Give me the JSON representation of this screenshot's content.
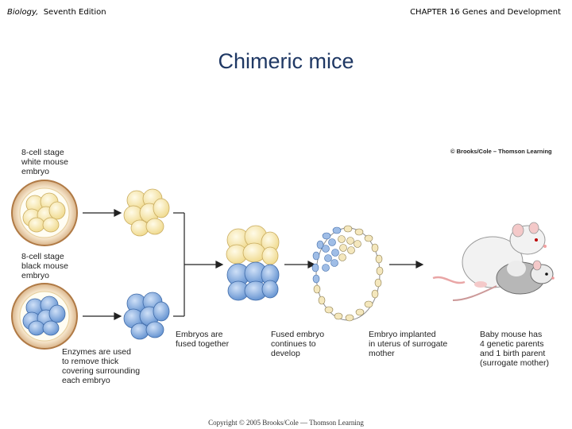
{
  "header": {
    "book_title": "Biology,",
    "edition": "Seventh Edition",
    "chapter": "CHAPTER 16 Genes and Development"
  },
  "title": "Chimeric mice",
  "credit": "© Brooks/Cole – Thomson Learning",
  "labels": {
    "white_embryo": [
      "8-cell stage",
      "white mouse",
      "embryo"
    ],
    "black_embryo": [
      "8-cell stage",
      "black mouse",
      "embryo"
    ],
    "enzymes": [
      "Enzymes are used",
      "to remove thick",
      "covering surrounding",
      "each embryo"
    ],
    "fused_together": [
      "Embryos are",
      "fused together"
    ],
    "fused_continues": [
      "Fused embryo",
      "continues to",
      "develop"
    ],
    "implanted": [
      "Embryo implanted",
      "in uterus of surrogate",
      "mother"
    ],
    "baby": [
      "Baby mouse has",
      "4 genetic parents",
      "and 1 birth parent",
      "(surrogate mother)"
    ]
  },
  "footer": "Copyright © 2005 Brooks/Cole — Thomson Learning",
  "colors": {
    "title": "#1f3864",
    "white_cell": "#f7e6a6",
    "black_cell": "#7fa8de",
    "zona_ring": "#c98f5a"
  }
}
